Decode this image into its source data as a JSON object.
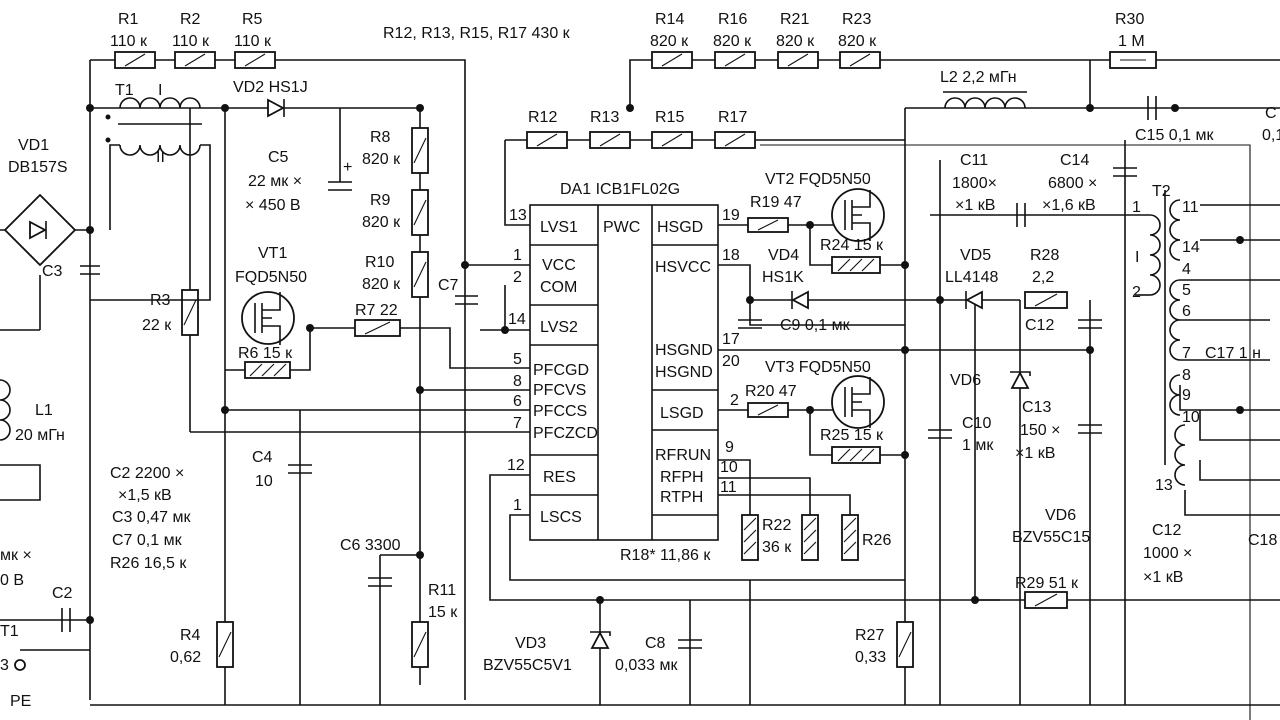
{
  "labels": {
    "r1": "R1",
    "r1v": "110 к",
    "r2": "R2",
    "r2v": "110 к",
    "r5": "R5",
    "r5v": "110 к",
    "rgroup": "R12, R13, R15, R17 430 к",
    "r14": "R14",
    "r14v": "820 к",
    "r16": "R16",
    "r16v": "820 к",
    "r21": "R21",
    "r21v": "820 к",
    "r23": "R23",
    "r23v": "820 к",
    "r30": "R30",
    "r30v": "1 М",
    "t1": "T1",
    "t1w1": "I",
    "t1w2": "II",
    "vd2": "VD2 HS1J",
    "l2": "L2 2,2 мГн",
    "c15": "C15 0,1 мк",
    "vd1": "VD1",
    "vd1v": "DB157S",
    "c3": "C3",
    "c5": "C5",
    "c5v1": "22 мк ×",
    "c5v2": "× 450 В",
    "r8": "R8",
    "r8v": "820 к",
    "r9": "R9",
    "r9v": "820 к",
    "r10": "R10",
    "r10v": "820 к",
    "r12": "R12",
    "r13": "R13",
    "r15": "R15",
    "r17": "R17",
    "da1": "DA1 ICB1FL02G",
    "vt2": "VT2 FQD5N50",
    "c11": "C11",
    "c11v1": "1800×",
    "c11v2": "×1 кВ",
    "c14": "C14",
    "c14v1": "6800 ×",
    "c14v2": "×1,6 кВ",
    "t2": "T2",
    "pin13": "13",
    "lvs1": "LVS1",
    "pwc": "PWC",
    "hsgd": "HSGD",
    "pin19": "19",
    "r19": "R19 47",
    "pin1a": "1",
    "vcc": "VCC",
    "pin2": "2",
    "com": "COM",
    "pin14": "14",
    "lvs2": "LVS2",
    "hsvcc": "HSVCC",
    "pin18": "18",
    "vd4": "VD4",
    "vd4v": "HS1K",
    "r24": "R24 15 к",
    "vd5": "VD5",
    "vd5v": "LL4148",
    "r28": "R28",
    "r28v": "2,2",
    "c12a": "C12",
    "c9": "C9 0,1 мк",
    "vt1": "VT1",
    "vt1v": "FQD5N50",
    "r3": "R3",
    "r3v": "22 к",
    "r7": "R7 22",
    "c7": "C7",
    "r6": "R6 15 к",
    "pin5": "5",
    "pfcgd": "PFCGD",
    "pin8": "8",
    "pfcvs": "PFCVS",
    "pin6": "6",
    "pfccs": "PFCCS",
    "pin7": "7",
    "pfczcd": "PFCZCD",
    "hsgnd1": "HSGND",
    "hsgnd2": "HSGND",
    "pin17": "17",
    "pin20": "20",
    "vt3": "VT3 FQD5N50",
    "vd6a": "VD6",
    "c10": "C10",
    "c10v": "1 мк",
    "c13": "C13",
    "c13v1": "150 ×",
    "c13v2": "×1 кВ",
    "lsgd": "LSGD",
    "pin2b": "2",
    "r20": "R20 47",
    "r25": "R25 15 к",
    "l1": "L1",
    "l1v": "20 мГн",
    "c4": "C4",
    "c4v": "10",
    "pin12": "12",
    "res": "RES",
    "pin1b": "1",
    "lscs": "LSCS",
    "rfrun": "RFRUN",
    "rfph": "RFPH",
    "rtph": "RTPH",
    "pin9": "9",
    "pin10": "10",
    "pin11": "11",
    "r22": "R22",
    "r22v": "36 к",
    "r26": "R26",
    "r18": "R18* 11,86 к",
    "vd6b": "VD6",
    "vd6bv": "BZV55C15",
    "c12b": "C12",
    "c12bv1": "1000 ×",
    "c12bv2": "×1 кВ",
    "c2list": "C2 2200 ×",
    "c2list2": "×1,5 кВ",
    "c3list": "C3 0,47 мк",
    "c7list": "C7 0,1 мк",
    "r26list": "R26 16,5 к",
    "c6": "C6 3300",
    "r11": "R11",
    "r11v": "15 к",
    "r29": "R29 51 к",
    "mkx": "мк ×",
    "ob": "0 В",
    "c2": "C2",
    "xt1": "T1",
    "xt1n": "3",
    "pe": "PE",
    "r4": "R4",
    "r4v": "0,62",
    "vd3": "VD3",
    "vd3v": "BZV55C5V1",
    "c8": "C8",
    "c8v": "0,033 мк",
    "r27": "R27",
    "r27v": "0,33",
    "cr1": "C",
    "cr2": "0,1",
    "c17": "C17 1 н",
    "c18": "C18",
    "t2p1": "1",
    "t2p2": "2",
    "t2w1": "I",
    "t2p4": "4",
    "t2p5": "5",
    "t2p6": "6",
    "t2p7": "7",
    "t2p8": "8",
    "t2p9": "9",
    "t2p10": "10",
    "t2p11": "11",
    "t2p13": "13",
    "t2p14": "14"
  }
}
